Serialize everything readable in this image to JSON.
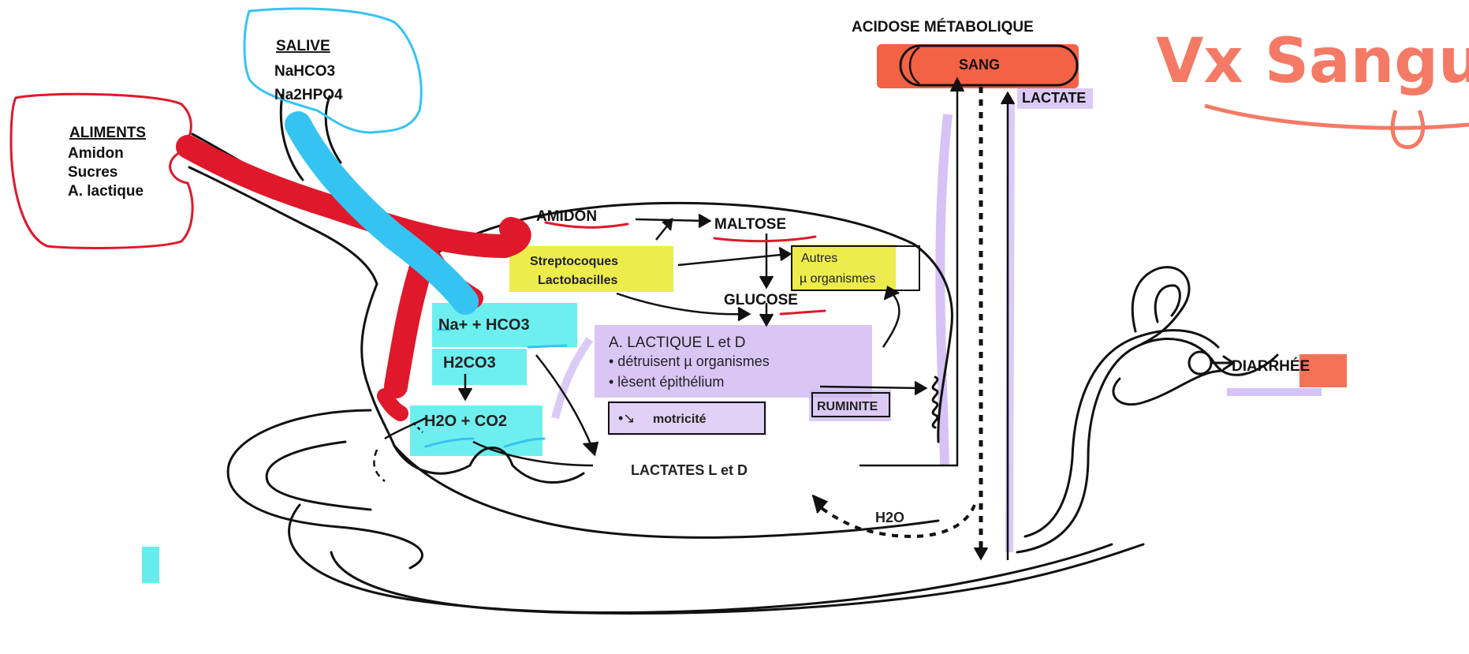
{
  "colors": {
    "stroke": "#111111",
    "red_marker": "#e0182b",
    "blue_marker": "#35c4f2",
    "cyan_highlight": "#3ee9e9",
    "yellow_highlight": "#eaea3a",
    "purple_highlight": "#cdb3f2",
    "salmon_handwriting": "#f47a66",
    "sang_highlight": "#f25a3a"
  },
  "aliments": {
    "title": "ALIMENTS",
    "items": [
      "Amidon",
      "Sucres",
      "A. lactique"
    ]
  },
  "salive": {
    "title": "SALIVE",
    "items": [
      "NaHCO3",
      "Na2HPO4"
    ]
  },
  "top_right": {
    "acidose": "ACIDOSE MÉTABOLIQUE",
    "sang": "SANG",
    "lactate": "LACTATE",
    "handwriting": "Vx Sangui"
  },
  "rumen": {
    "amidon": "AMIDON",
    "maltose": "MALTOSE",
    "glucose": "GLUCOSE",
    "strepto_line1": "Streptocoques",
    "strepto_line2": "Lactobacilles",
    "autres_line1": "Autres",
    "autres_line2": "µ organismes",
    "lactique_title": "A. LACTIQUE L et D",
    "lactique_item1": "• détruisent   µ organismes",
    "lactique_item2": "• lèsent épithélium",
    "motricite": "motricité",
    "ruminite": "RUMINITE",
    "lactates": "LACTATES L et D",
    "h2o_bottom": "H2O"
  },
  "chem": {
    "na_hco3": "Na+ + HCO3",
    "h2co3": "H2CO3",
    "h2o_co2": "H2O + CO2"
  },
  "outputs": {
    "diarrhee": "DIARRHÉE"
  }
}
